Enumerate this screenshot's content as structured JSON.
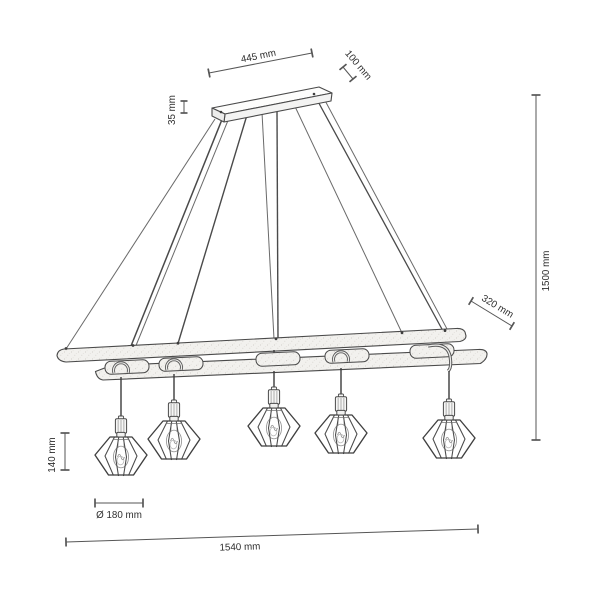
{
  "drawing": {
    "type_label": "technical dimension drawing",
    "lamp_count": 5
  },
  "dimensions": {
    "canopy_width": "445 mm",
    "canopy_depth": "100 mm",
    "canopy_height": "35 mm",
    "overall_height": "1500 mm",
    "beam_depth": "320 mm",
    "shade_height": "140 mm",
    "shade_diameter": "Ø 180 mm",
    "overall_width": "1540 mm"
  },
  "colors": {
    "background": "#ffffff",
    "outline": "#4a4a4a",
    "dimension_line": "#565656",
    "label_text": "#2e2e2e",
    "wood_fill": "#f2f1ee",
    "wood_speckle": "#c9c6c0"
  }
}
